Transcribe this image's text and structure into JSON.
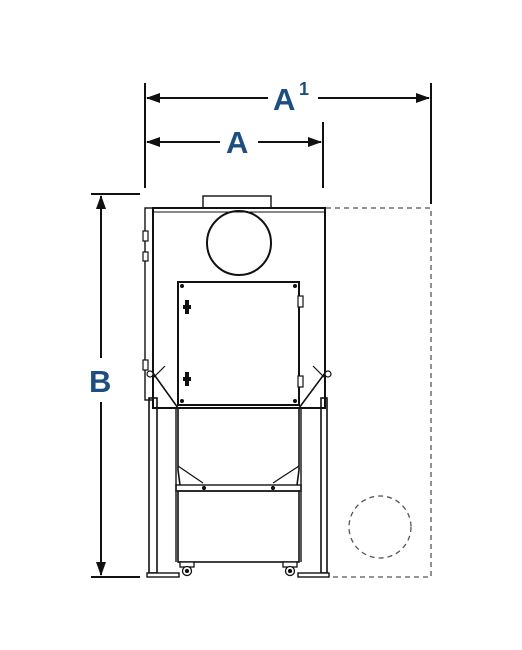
{
  "dimensions": {
    "width_label": "A",
    "extended_width_label": "A",
    "extended_width_superscript": "1",
    "height_label": "B"
  },
  "colors": {
    "label": "#1c4f80",
    "line": "#111111",
    "dashed": "#555555",
    "background": "#ffffff"
  }
}
